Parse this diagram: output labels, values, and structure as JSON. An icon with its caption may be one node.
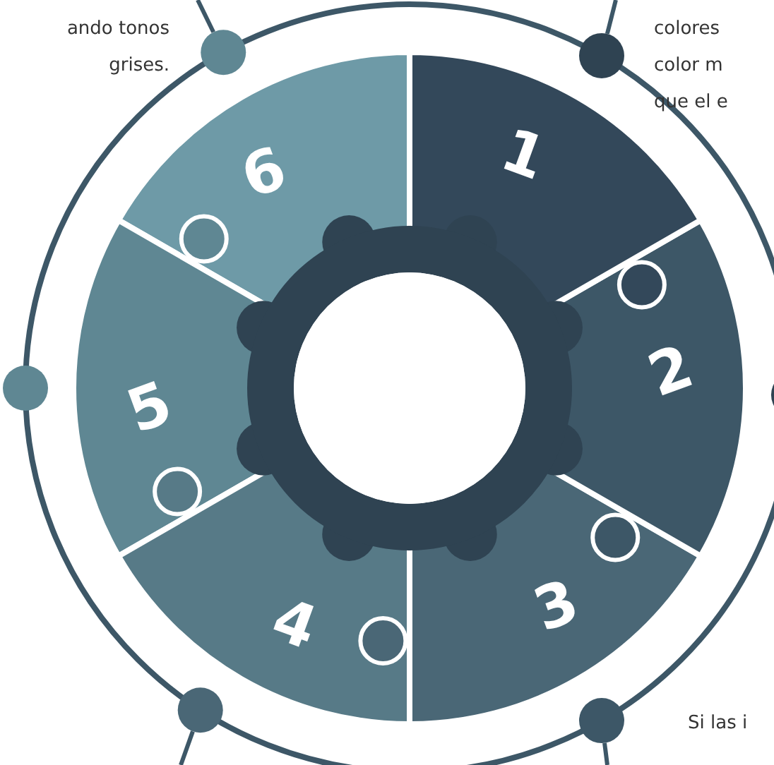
{
  "diagram": {
    "nodes": [
      {
        "text": [
          "1"
        ]
      },
      {
        "text": [
          "2"
        ]
      },
      {
        "text": [
          "3"
        ]
      },
      {
        "text": [
          "4"
        ]
      },
      {
        "text": [
          "5"
        ]
      },
      {
        "text": [
          "6"
        ]
      },
      {
        "text": [],
        "shape": "circle"
      },
      {
        "text": [],
        "shape": "circle"
      },
      {
        "text": [],
        "shape": "circle"
      },
      {
        "text": [],
        "shape": "circle"
      },
      {
        "text": [],
        "shape": "circle"
      },
      {
        "text": [],
        "shape": "circle"
      },
      {
        "text": [],
        "shape": "circle"
      }
    ],
    "edges": [
      {
        "from": 7,
        "to": null,
        "arrow": "none"
      },
      {
        "from": 8,
        "to": null,
        "arrow": "none"
      },
      {
        "from": 11,
        "to": null,
        "arrow": "none"
      },
      {
        "from": 12,
        "to": null,
        "arrow": "none"
      }
    ],
    "labels": [
      "ando tonos grises.",
      "colores color m que el e",
      "Si las i"
    ]
  }
}
